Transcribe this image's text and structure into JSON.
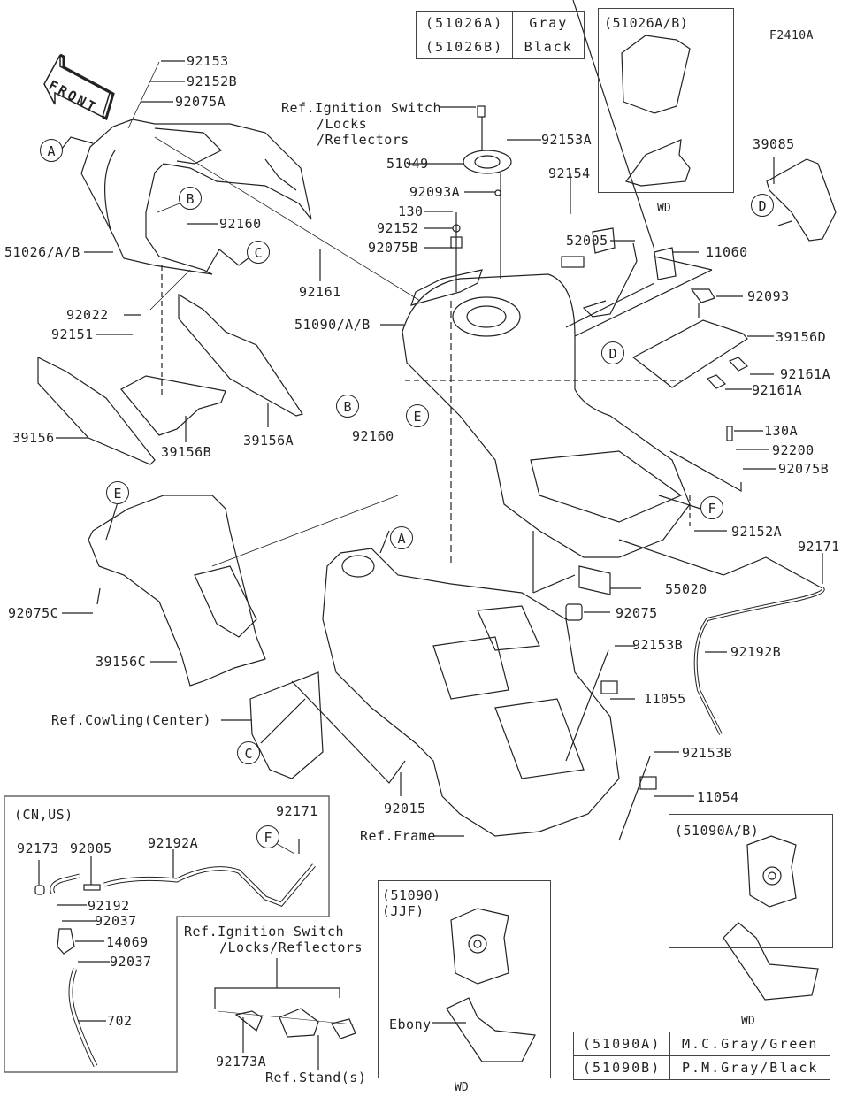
{
  "diagram": {
    "code": "F2410A",
    "front_arrow": "FRONT",
    "color_table_51026": [
      {
        "part": "(51026A)",
        "color": "Gray"
      },
      {
        "part": "(51026B)",
        "color": "Black"
      }
    ],
    "color_table_51090": [
      {
        "part": "(51090A)",
        "color": "M.C.Gray/Green"
      },
      {
        "part": "(51090B)",
        "color": "P.M.Gray/Black"
      }
    ],
    "inset_51026": {
      "title": "(51026A/B)",
      "footer": "WD"
    },
    "inset_51090ab": {
      "title": "(51090A/B)",
      "footer": "WD"
    },
    "inset_51090_jjf": {
      "title_line1": "(51090)",
      "title_line2": "(JJF)",
      "ebony_label": "Ebony",
      "footer": "WD"
    },
    "inset_cn_us": {
      "title": "(CN,US)"
    },
    "callouts": [
      "A",
      "B",
      "C",
      "D",
      "E",
      "F"
    ],
    "part_labels": {
      "p92153": "92153",
      "p92152B": "92152B",
      "p92075A": "92075A",
      "p92160a": "92160",
      "p51026": "51026/A/B",
      "p92022": "92022",
      "p92151": "92151",
      "p39156": "39156",
      "p39156B": "39156B",
      "p39156A": "39156A",
      "p92161": "92161",
      "p51090": "51090/A/B",
      "p92160b": "92160",
      "ref_ign1": "Ref.Ignition Switch",
      "ref_ign2": "/Locks",
      "ref_ign3": "/Reflectors",
      "p92153A": "92153A",
      "p51049": "51049",
      "p92093A": "92093A",
      "p130": "130",
      "p92152": "92152",
      "p92075B": "92075B",
      "p92154": "92154",
      "p52005": "52005",
      "p11060": "11060",
      "p39085": "39085",
      "p92093": "92093",
      "p39156D": "39156D",
      "p92161A1": "92161A",
      "p92161A2": "92161A",
      "p130A": "130A",
      "p92200": "92200",
      "p92075B2": "92075B",
      "p92152A": "92152A",
      "p92171": "92171",
      "p55020": "55020",
      "p92075": "92075",
      "p92075C": "92075C",
      "p39156C": "39156C",
      "ref_cowling": "Ref.Cowling(Center)",
      "p92153B1": "92153B",
      "p11055": "11055",
      "p92192B": "92192B",
      "p92153B2": "92153B",
      "p11054": "11054",
      "p92015": "92015",
      "ref_frame": "Ref.Frame",
      "p92171b": "92171",
      "p92173": "92173",
      "p92005": "92005",
      "p92192A": "92192A",
      "p92192": "92192",
      "p92037a": "92037",
      "p14069": "14069",
      "p92037b": "92037",
      "p702": "702",
      "ref_ign_b1": "Ref.Ignition Switch",
      "ref_ign_b2": "/Locks/Reflectors",
      "p92173A": "92173A",
      "ref_stand": "Ref.Stand(s)"
    }
  }
}
